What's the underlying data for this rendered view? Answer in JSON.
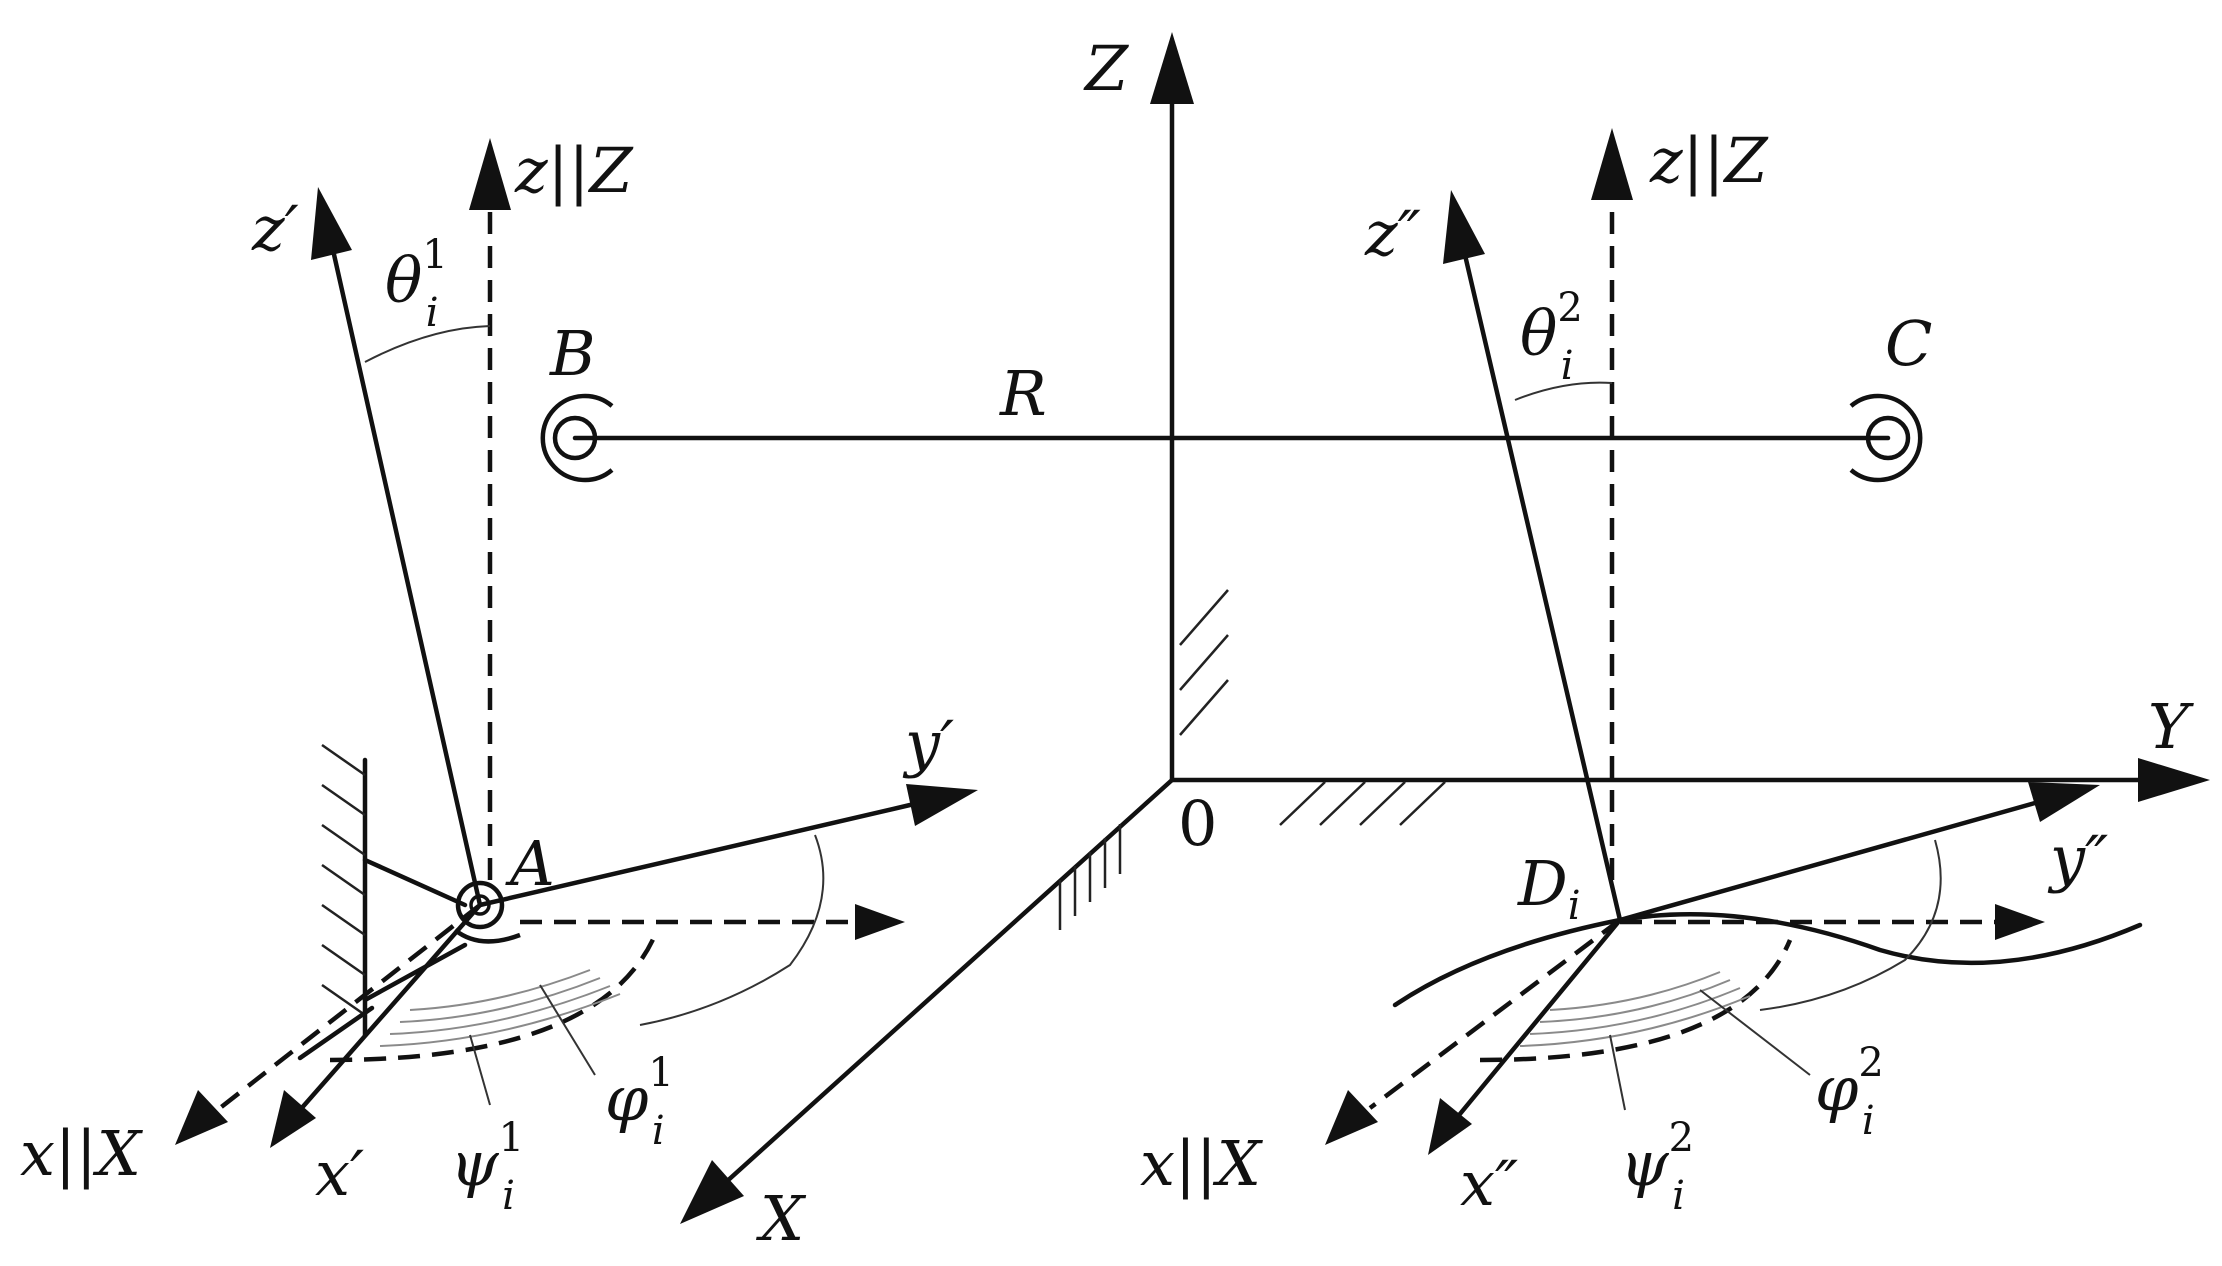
{
  "labels": {
    "Z": "Z",
    "Y": "Y",
    "X": "X",
    "origin": "0",
    "R": "R",
    "B": "B",
    "C": "C",
    "A": "A",
    "D": "D",
    "D_sub": "i",
    "z_par_Z_left": "z||Z",
    "z_par_Z_right": "z||Z",
    "z_prime": "z′",
    "z_dprime": "z″",
    "y_prime": "y′",
    "y_dprime": "y″",
    "x_prime": "x′",
    "x_dprime": "x″",
    "x_par_X_left": "x||X",
    "x_par_X_right": "x||X",
    "theta": "θ",
    "phi": "φ",
    "psi": "ψ",
    "sub_i": "i",
    "sup_1": "1",
    "sup_2": "2"
  }
}
